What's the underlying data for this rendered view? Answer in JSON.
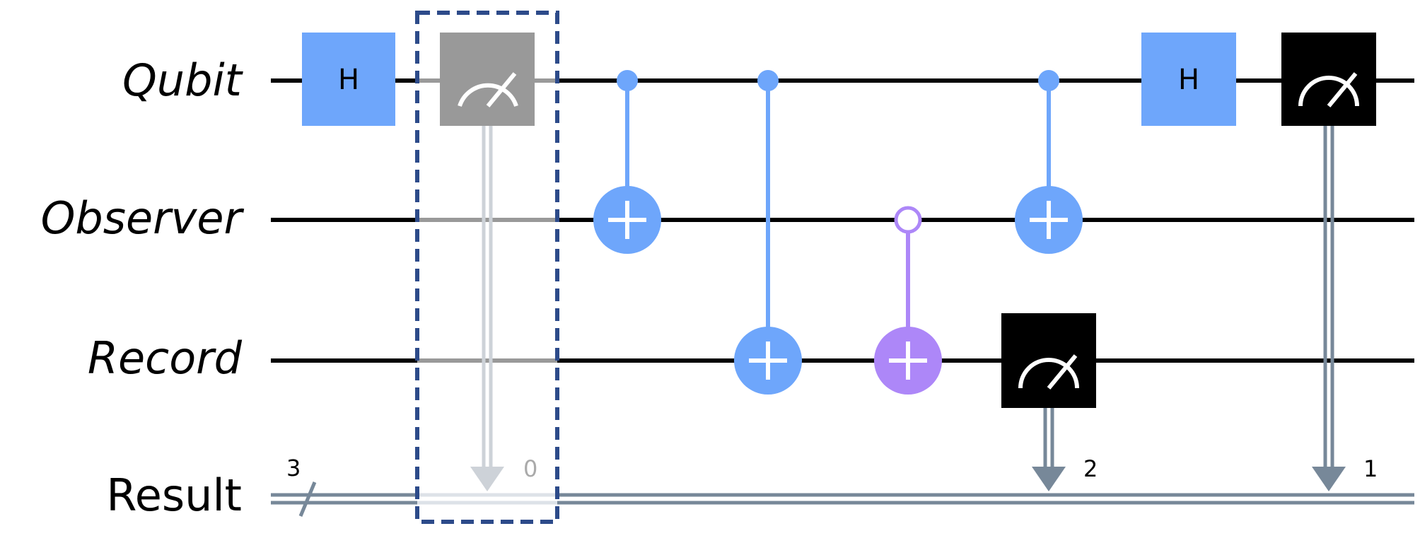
{
  "wires": {
    "qubit": "Qubit",
    "observer": "Observer",
    "record": "Record",
    "result": "Result"
  },
  "register_size": "3",
  "gates": {
    "hadamard_label": "H"
  },
  "bit_indices": {
    "first": "0",
    "second": "2",
    "third": "1"
  },
  "colors": {
    "hadamard": "#6ea6fb",
    "cnot": "#6ea6fb",
    "open_control": "#ad87f8",
    "measure_dark": "#000000",
    "measure_faded": "#999999",
    "classical_wire": "#778899",
    "highlight_box": "#2d4b8a"
  }
}
